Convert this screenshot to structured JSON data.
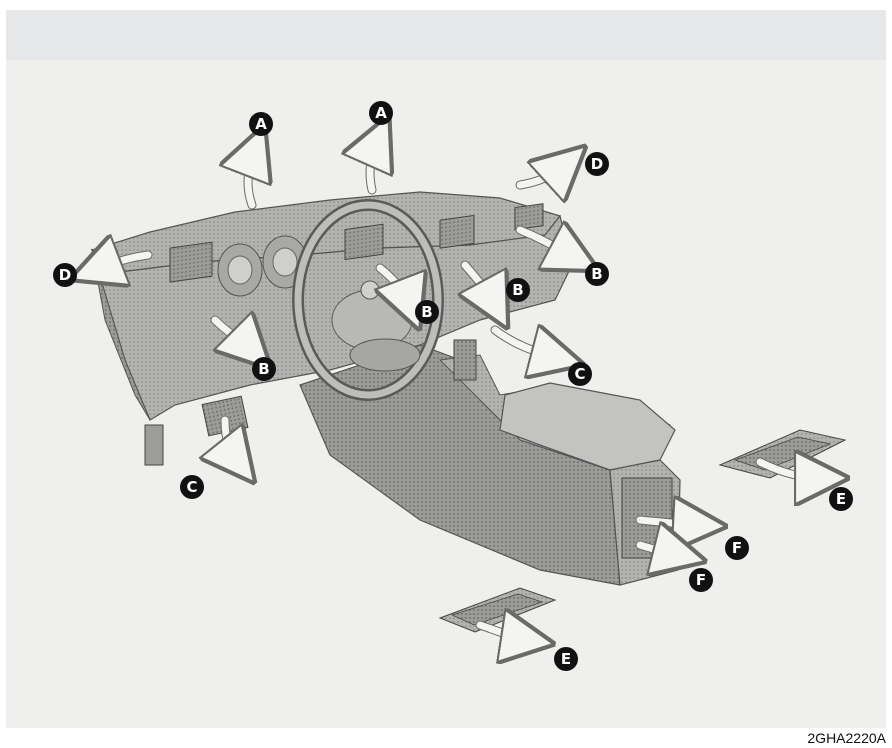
{
  "figure": {
    "code": "2GHA2220A",
    "callouts": [
      {
        "id": "a1",
        "letter": "A"
      },
      {
        "id": "a2",
        "letter": "A"
      },
      {
        "id": "d1",
        "letter": "D"
      },
      {
        "id": "d2",
        "letter": "D"
      },
      {
        "id": "b1",
        "letter": "B"
      },
      {
        "id": "b2",
        "letter": "B"
      },
      {
        "id": "b3",
        "letter": "B"
      },
      {
        "id": "b4",
        "letter": "B"
      },
      {
        "id": "c1",
        "letter": "C"
      },
      {
        "id": "c2",
        "letter": "C"
      },
      {
        "id": "e1",
        "letter": "E"
      },
      {
        "id": "e2",
        "letter": "E"
      },
      {
        "id": "f1",
        "letter": "F"
      },
      {
        "id": "f2",
        "letter": "F"
      }
    ]
  },
  "colors": {
    "panel": "#efefed",
    "band": "#e6e7e9",
    "dash": "#a9a9a7",
    "dash_dark": "#7e7e7c",
    "arrow": "#f4f4f2",
    "callout": "#111111"
  }
}
